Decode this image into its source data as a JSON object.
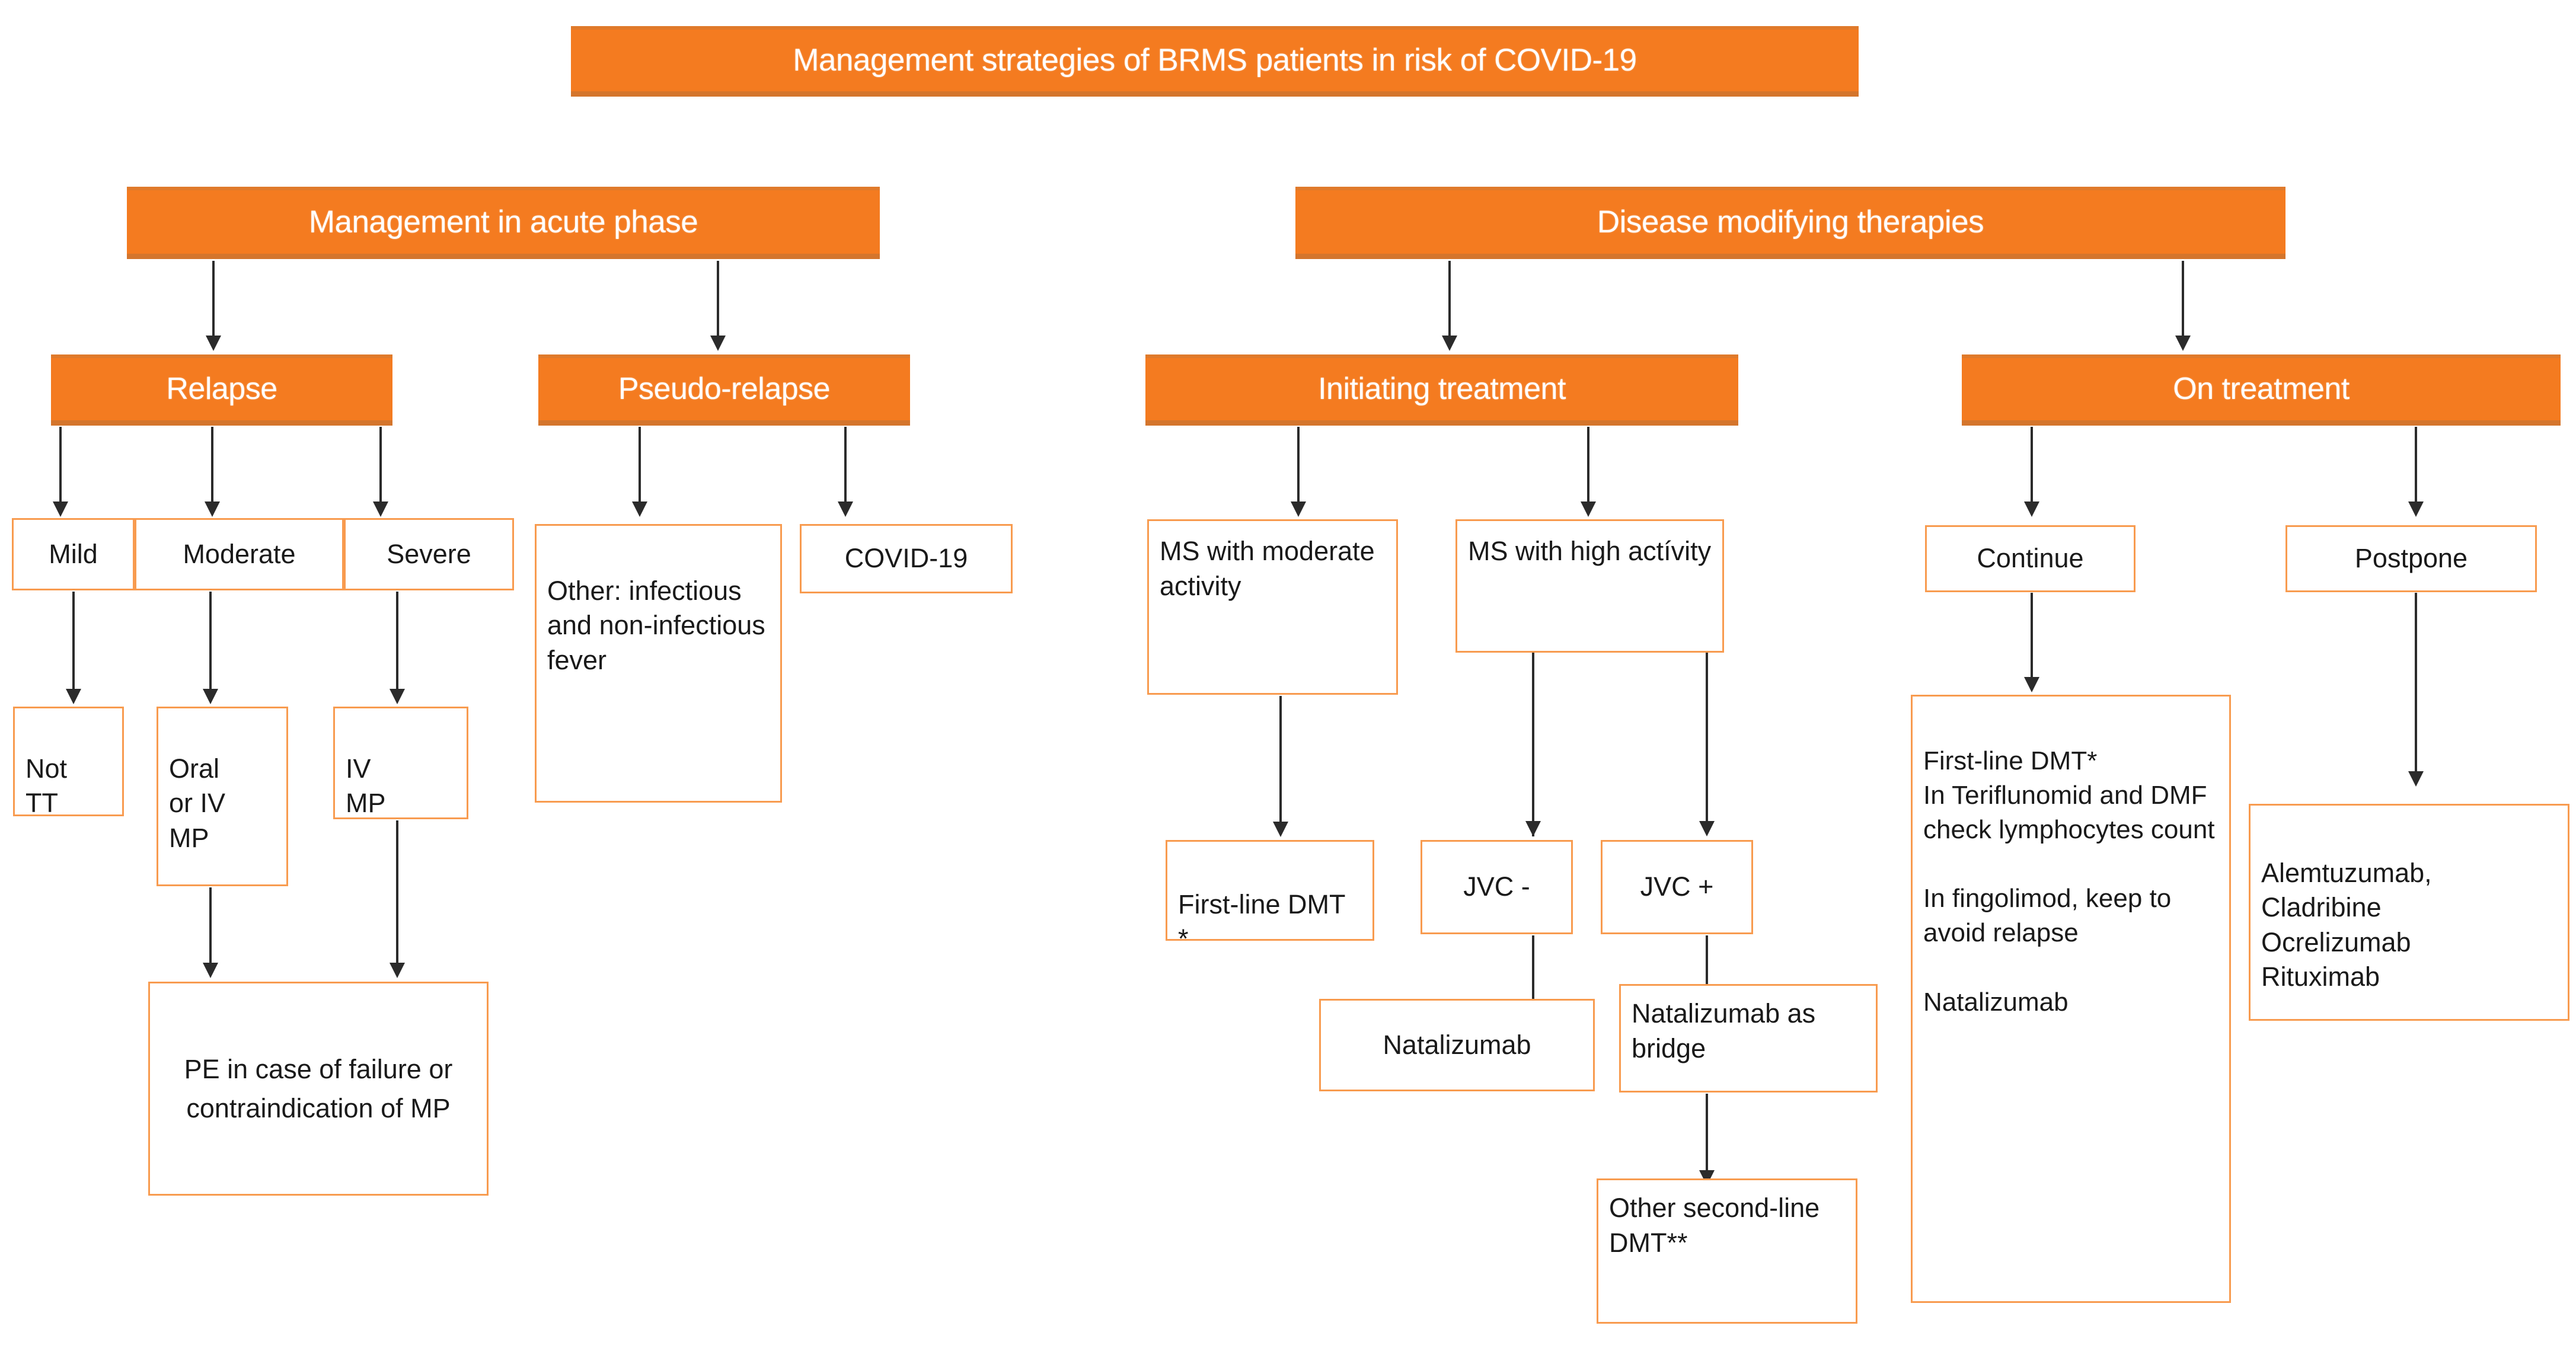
{
  "title": "Management strategies of BRMS patients in risk of COVID-19",
  "branches": {
    "acute": {
      "header": "Management in acute phase",
      "relapse": {
        "header": "Relapse",
        "severity": [
          "Mild",
          "Moderate",
          "Severe"
        ],
        "treatments": [
          "Not\nTT",
          "Oral\nor IV\nMP",
          "IV\nMP"
        ],
        "fallback": "PE in case of failure  or contraindication of MP"
      },
      "pseudo_relapse": {
        "header": "Pseudo-relapse",
        "causes": [
          "Other: infectious and  non-infectious fever",
          "COVID-19"
        ]
      }
    },
    "dmt": {
      "header": "Disease modifying therapies",
      "initiating": {
        "header": "Initiating treatment",
        "moderate": {
          "label": "MS with moderate activity",
          "next": "First-line DMT *"
        },
        "high": {
          "label": "MS with high actívity",
          "jcv_negative": {
            "label": "JVC -",
            "next": "Natalizumab"
          },
          "jcv_positive": {
            "label": "JVC +",
            "next": "Natalizumab as bridge",
            "then": "Other second-line DMT**"
          }
        }
      },
      "on_treatment": {
        "header": "On treatment",
        "continue": {
          "label": "Continue",
          "details": "First-line DMT*\nIn Teriflunomid and DMF check lymphocytes count\n\nIn fingolimod, keep to avoid relapse\n\nNatalizumab"
        },
        "postpone": {
          "label": "Postpone",
          "drugs": "Alemtuzumab,\nCladribine\nOcrelizumab\nRituximab"
        }
      }
    }
  },
  "colors": {
    "header_fill": "#F47B20",
    "box_border": "#F89B4F",
    "arrow": "#2b2b2b",
    "header_text": "#ffffff",
    "box_text": "#1a1a1a"
  }
}
